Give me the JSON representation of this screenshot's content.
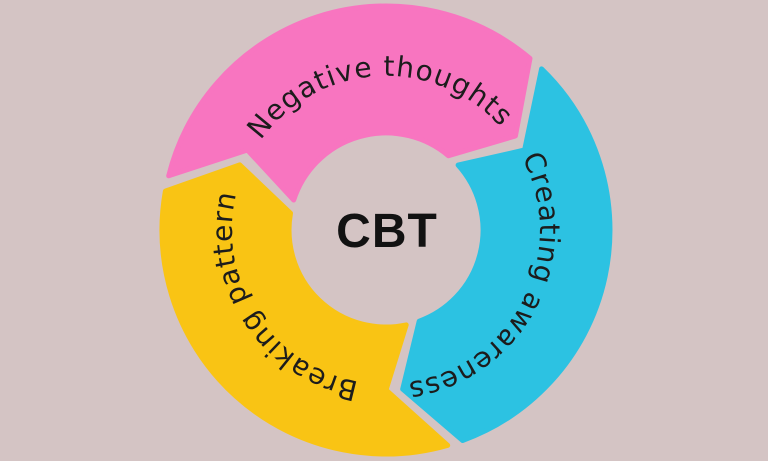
{
  "title": "CBT cycle diagram",
  "background_color": "#d4c4c4",
  "center": {
    "label": "CBT",
    "text_color": "#121212"
  },
  "wheel": {
    "direction": "clockwise",
    "label_color": "#1c1c1c",
    "segments": [
      {
        "id": "negative-thoughts",
        "label": "Negative thoughts",
        "color": "#f875c0",
        "position": "top"
      },
      {
        "id": "creating-awareness",
        "label": "Creating awareness",
        "color": "#2cc2e2",
        "position": "right"
      },
      {
        "id": "breaking-pattern",
        "label": "Breaking pattern",
        "color": "#f9c414",
        "position": "bottom-left"
      }
    ]
  }
}
